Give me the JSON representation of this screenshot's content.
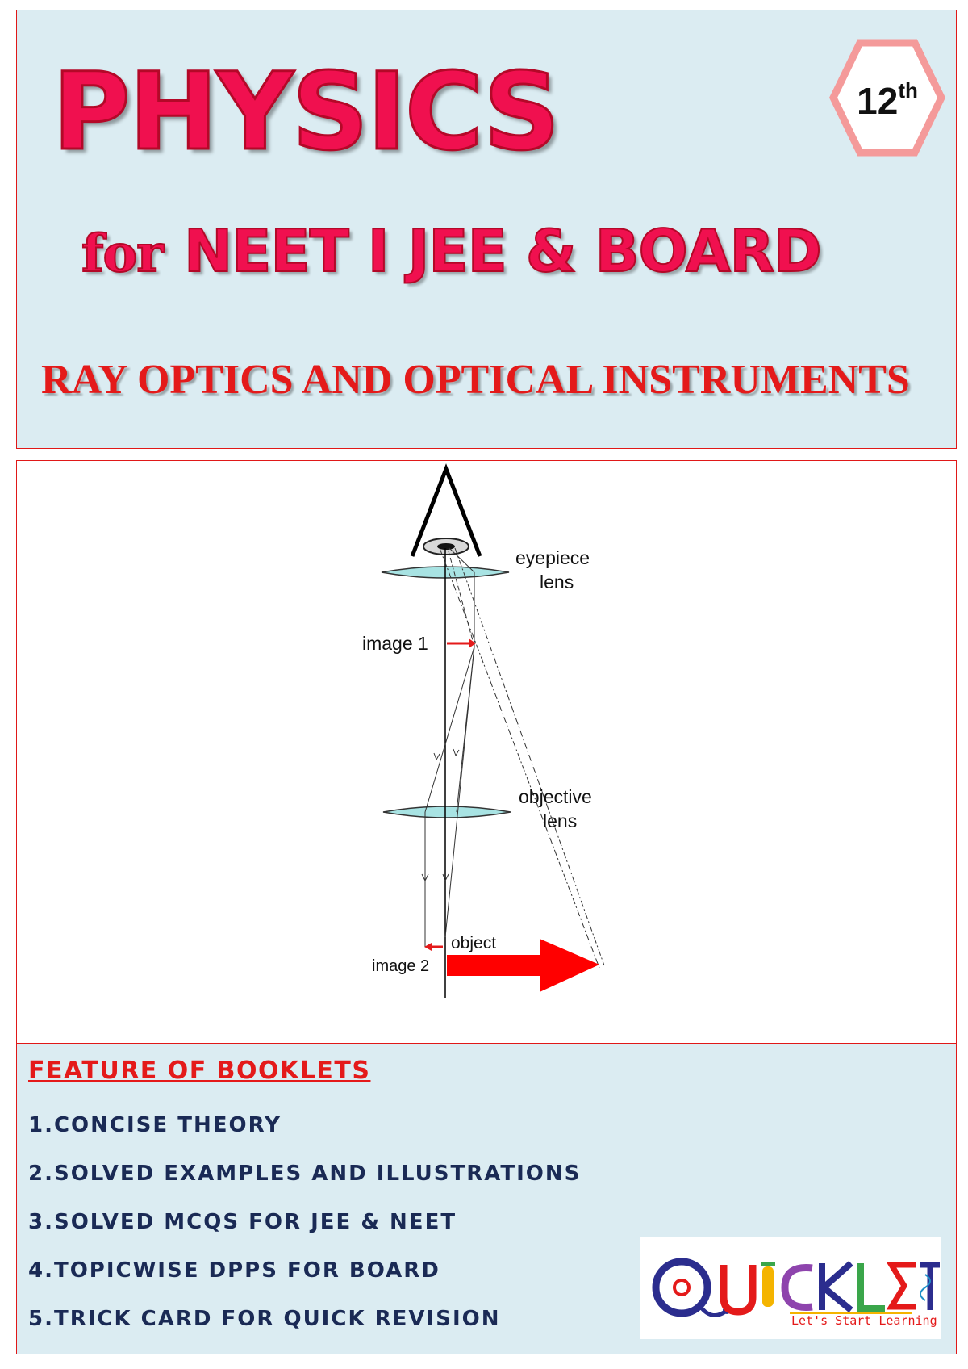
{
  "header": {
    "title": "PHYSICS",
    "subtitle_prefix": "for",
    "subtitle_main": "NEET I JEE & BOARD",
    "chapter": "RAY OPTICS AND OPTICAL INSTRUMENTS",
    "grade_number": "12",
    "grade_suffix": "th"
  },
  "diagram": {
    "eyepiece_label_line1": "eyepiece",
    "eyepiece_label_line2": "lens",
    "image1_label": "image 1",
    "objective_label_line1": "objective",
    "objective_label_line2": "lens",
    "object_label": "object",
    "image2_label": "image 2"
  },
  "features": {
    "heading": "FEATURE OF BOOKLETS",
    "items": [
      "1.CONCISE THEORY",
      "2.SOLVED EXAMPLES AND ILLUSTRATIONS",
      "3.SOLVED MCQS FOR JEE & NEET",
      "4.TOPICWISE DPPS FOR BOARD",
      "5.TRICK CARD FOR QUICK REVISION"
    ]
  },
  "logo": {
    "brand": "QUICKLET",
    "tagline": "Let's Start Learning"
  },
  "colors": {
    "title_red": "#f0104f",
    "panel_blue": "#dbecf2",
    "border_red": "#e01818"
  }
}
